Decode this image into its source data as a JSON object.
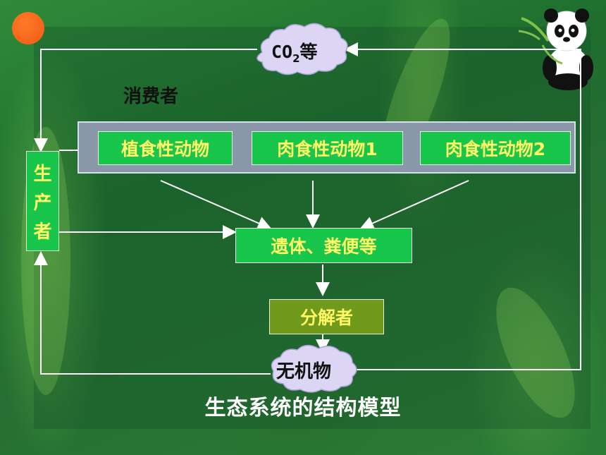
{
  "title": "生态系统的结构模型",
  "consumer_label": "消费者",
  "producer_label": "生产者",
  "producer_chars": [
    "生",
    "产",
    "者"
  ],
  "co2": {
    "main": "CO",
    "sub": "2",
    "tail": "等"
  },
  "consumers": [
    "植食性动物",
    "肉食性动物1",
    "肉食性动物2"
  ],
  "remains": "遗体、粪便等",
  "decomposer": "分解者",
  "inorganic": "无机物",
  "colors": {
    "node_fill": "#17c64a",
    "decomposer_fill": "#6f9a1c",
    "node_text": "#fff766",
    "arrow": "#ffffff",
    "band": "#8a97a8",
    "dot": "#f05a10"
  },
  "icons": [
    "panda-icon",
    "orange-dot-icon",
    "cloud-icon"
  ]
}
